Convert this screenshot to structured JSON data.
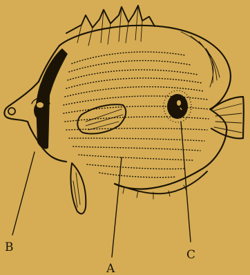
{
  "diagram": {
    "labels": {
      "a": "A",
      "b": "B",
      "c": "C"
    },
    "colors": {
      "background": "#d6ad55",
      "ink": "#1b1406"
    }
  }
}
